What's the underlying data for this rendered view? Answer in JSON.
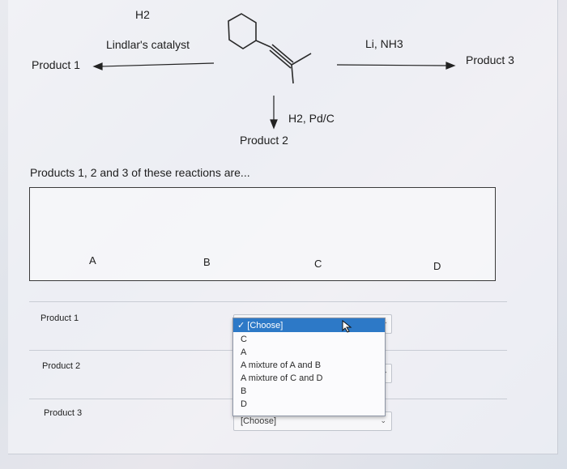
{
  "reaction": {
    "lindlar_reagent": "H2",
    "lindlar_catalyst": "Lindlar's catalyst",
    "dissolving_reagent": "Li, NH3",
    "hydrogenation_reagent": "H2, Pd/C",
    "product1_label": "Product 1",
    "product2_label": "Product 2",
    "product3_label": "Product 3"
  },
  "question": "Products 1, 2 and 3 of these reactions are...",
  "options": {
    "a": "A",
    "b": "B",
    "c": "C",
    "d": "D"
  },
  "rows": {
    "product1": "Product 1",
    "product2": "Product 2",
    "product3": "Product 3"
  },
  "dropdown": {
    "selected": "[Choose]",
    "check": "✓",
    "options": [
      "C",
      "A",
      "A mixture of A and B",
      "A mixture of C and D",
      "B",
      "D"
    ],
    "product3_value": "[Choose]"
  }
}
